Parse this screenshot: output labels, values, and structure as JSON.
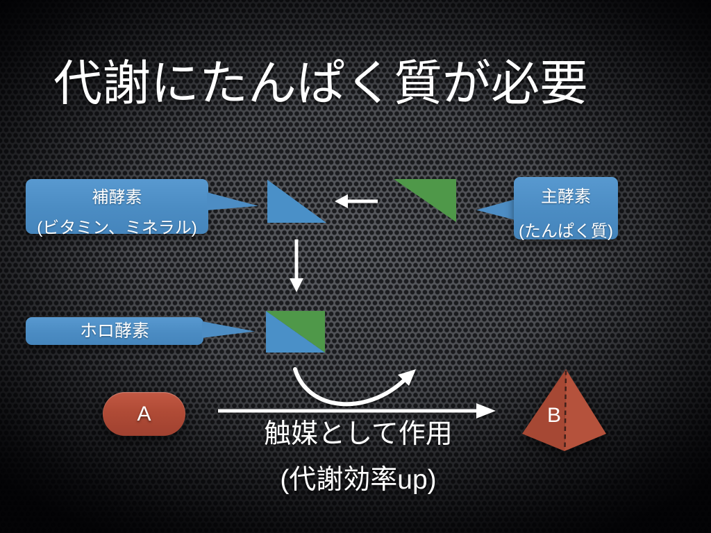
{
  "slide": {
    "title": "代謝にたんぱく質が必要",
    "callouts": {
      "coenzyme": {
        "line1": "補酵素",
        "line2": "(ビタミン、ミネラル)"
      },
      "main_enzyme": {
        "line1": "主酵素",
        "line2": "(たんぱく質)"
      },
      "holoenzyme": {
        "label": "ホロ酵素"
      }
    },
    "diagram": {
      "substrate_label": "A",
      "product_label": "B",
      "caption_line1": "触媒として作用",
      "caption_line2": "(代謝効率up)"
    },
    "icons": {
      "merge_arrow": "left-arrow",
      "combine_arrow": "down-arrow",
      "reaction_arrow": "right-arrow",
      "catalyst_arrow": "curved-up-right-arrow"
    },
    "colors": {
      "callout_blue": "#4E90C7",
      "triangle_blue": "#4A90C8",
      "triangle_green": "#4F9849",
      "shape_red": "#B04B36",
      "background_gray": "#5A5C61",
      "text": "#FFFFFF"
    }
  }
}
